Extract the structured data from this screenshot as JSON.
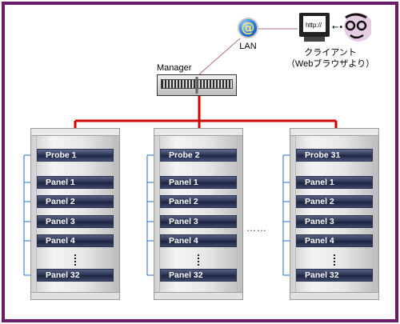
{
  "manager": {
    "label": "Manager"
  },
  "lan": {
    "label": "LAN",
    "symbol": "@"
  },
  "client": {
    "line1": "クライアント",
    "line2": "（Webブラウザより）"
  },
  "racks": [
    {
      "probe": "Probe  1",
      "panels": [
        "Panel  1",
        "Panel  2",
        "Panel  3",
        "Panel  4"
      ],
      "last_panel": "Panel  32",
      "dots": "⋮"
    },
    {
      "probe": "Probe  2",
      "panels": [
        "Panel  1",
        "Panel  2",
        "Panel  3",
        "Panel  4"
      ],
      "last_panel": "Panel  32",
      "dots": "⋮"
    },
    {
      "probe": "Probe  31",
      "panels": [
        "Panel  1",
        "Panel  2",
        "Panel  3",
        "Panel  4"
      ],
      "last_panel": "Panel  32",
      "dots": "⋮"
    }
  ],
  "between_racks": "……",
  "colors": {
    "frame": "#6a1b6a",
    "network_line": "#d40000",
    "lan_line": "#b07070",
    "panel_link": "#2a6bd6"
  }
}
